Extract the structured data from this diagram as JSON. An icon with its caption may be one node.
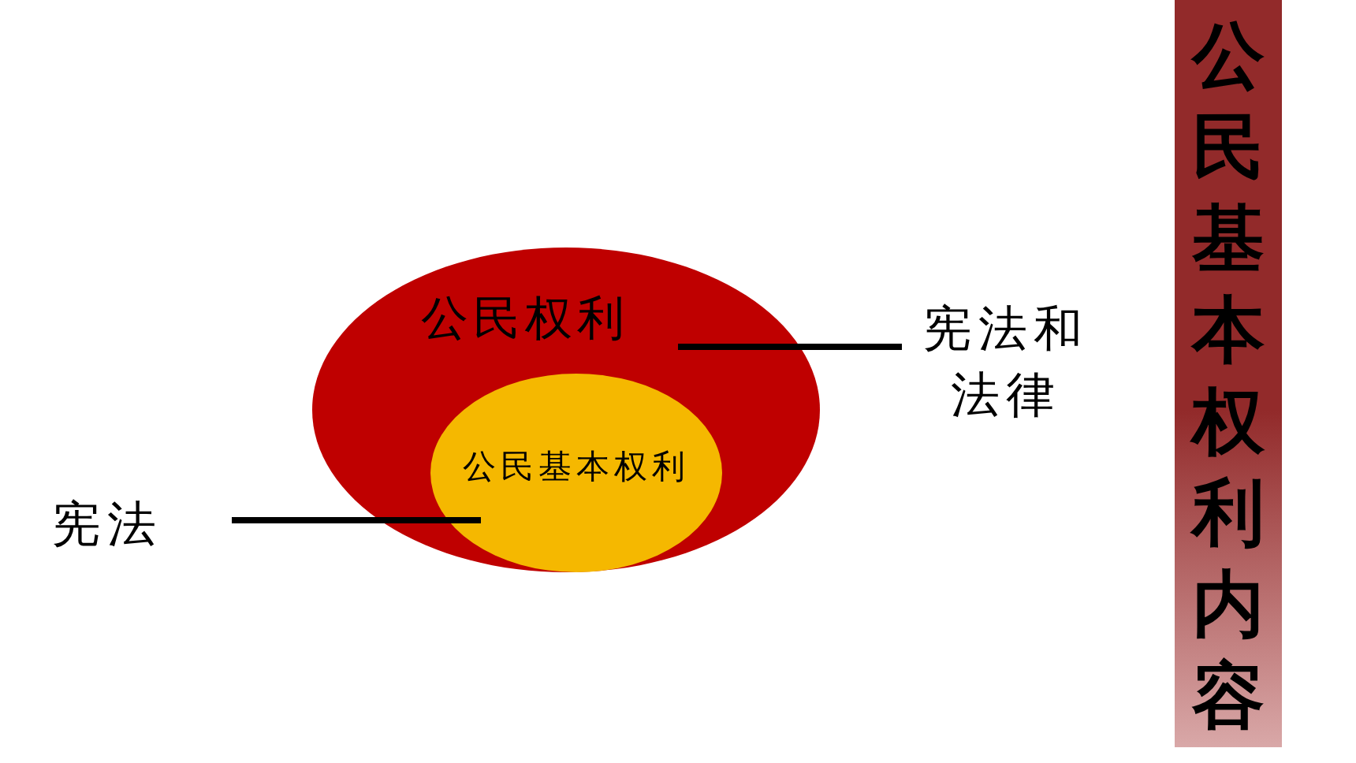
{
  "diagram": {
    "title": "公民基本权利内容",
    "nodes": [
      {
        "text": [
          "公民权利"
        ]
      },
      {
        "text": [
          "公民基本权利"
        ],
        "in": 0
      },
      {
        "text": [
          "宪法和法律"
        ]
      },
      {
        "text": [
          "宪法"
        ]
      }
    ],
    "edges": [
      {
        "from": 2,
        "to": 0,
        "arrow": "none"
      },
      {
        "from": 3,
        "to": 1,
        "arrow": "none"
      }
    ]
  }
}
